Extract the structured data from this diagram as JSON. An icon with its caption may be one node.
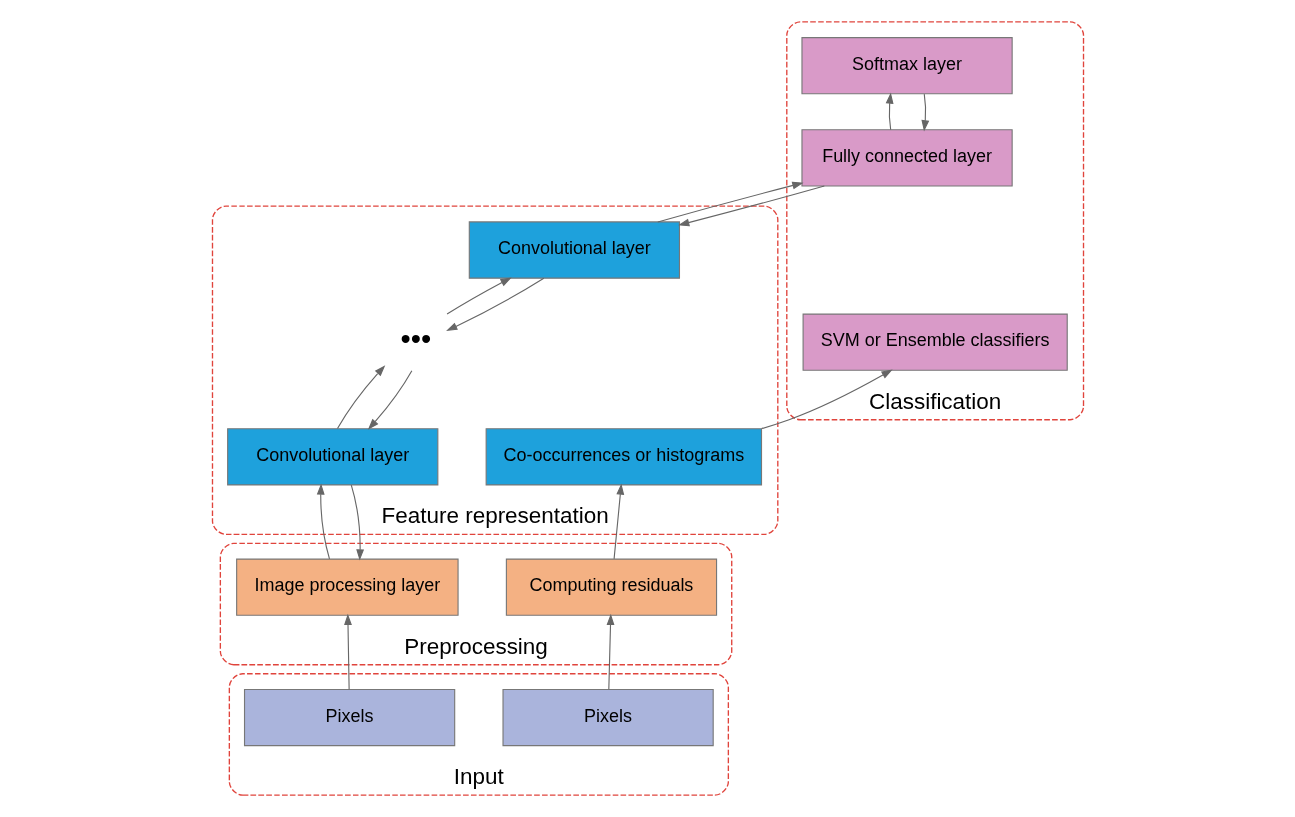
{
  "diagram": {
    "nodes": [
      {
        "text": [
          "Classification"
        ]
      },
      {
        "text": [
          "SVM or Ensemble classifiers"
        ],
        "in": 0
      },
      {
        "text": [
          "Softmax layer"
        ],
        "in": 0
      },
      {
        "text": [
          "Fully connected layer"
        ],
        "in": 0
      },
      {
        "text": [
          "Feature representation"
        ]
      },
      {
        "text": [
          "Co-occurrences or histograms"
        ],
        "in": 4
      },
      {
        "text": [
          "Convolutional layer"
        ],
        "in": 4
      },
      {
        "text": [
          "•••"
        ],
        "in": 4
      },
      {
        "text": [
          "Convolutional layer"
        ],
        "in": 4
      },
      {
        "text": [
          "Preprocessing"
        ]
      },
      {
        "text": [
          "Computing residuals"
        ],
        "in": 9
      },
      {
        "text": [
          "Image processing layer"
        ],
        "in": 9
      },
      {
        "text": [
          "Input"
        ]
      },
      {
        "text": [
          "Pixels"
        ],
        "in": 12
      },
      {
        "text": [
          "Pixels"
        ],
        "in": 12
      }
    ],
    "edges": [
      {
        "from": 13,
        "to": 10,
        "arrow": "to"
      },
      {
        "from": 10,
        "to": 5,
        "arrow": "to"
      },
      {
        "from": 5,
        "to": 1,
        "arrow": "to"
      },
      {
        "from": 14,
        "to": 11,
        "arrow": "to"
      },
      {
        "from": 11,
        "to": 8,
        "arrow": "to"
      },
      {
        "from": 8,
        "to": 11,
        "arrow": "to"
      },
      {
        "from": 8,
        "to": 7,
        "arrow": "to"
      },
      {
        "from": 7,
        "to": 8,
        "arrow": "to"
      },
      {
        "from": 7,
        "to": 6,
        "arrow": "to"
      },
      {
        "from": 6,
        "to": 7,
        "arrow": "to"
      },
      {
        "from": 6,
        "to": 3,
        "arrow": "to"
      },
      {
        "from": 3,
        "to": 6,
        "arrow": "to"
      },
      {
        "from": 3,
        "to": 2,
        "arrow": "to"
      },
      {
        "from": 2,
        "to": 3,
        "arrow": "to"
      }
    ]
  }
}
